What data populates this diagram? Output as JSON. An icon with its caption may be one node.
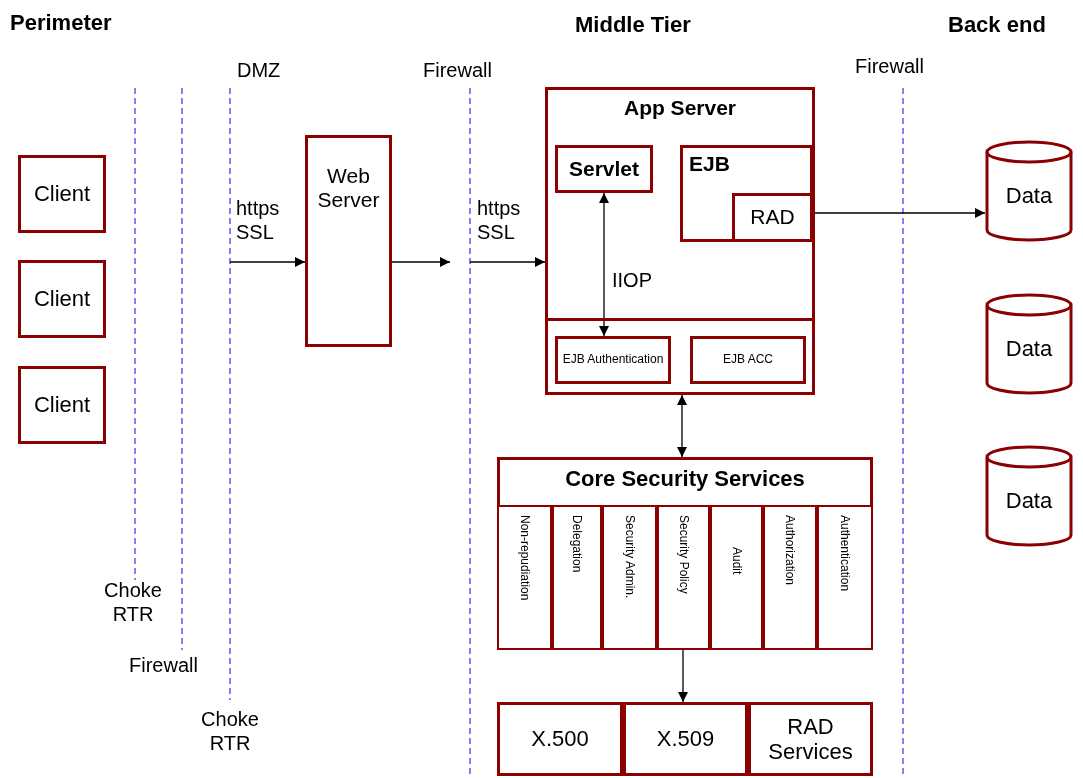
{
  "diagram": {
    "nodes": [
      {
        "text": [
          "Client"
        ]
      },
      {
        "text": [
          "Client"
        ]
      },
      {
        "text": [
          "Client"
        ]
      },
      {
        "text": [
          "Web Server"
        ]
      },
      {
        "text": [
          "App Server"
        ]
      },
      {
        "text": [
          "Servlet"
        ],
        "in": 4
      },
      {
        "text": [
          "EJB"
        ],
        "in": 4
      },
      {
        "text": [
          "RAD"
        ],
        "in": 6
      },
      {
        "text": [
          "EJB Authentication"
        ],
        "in": 4
      },
      {
        "text": [
          "EJB ACC"
        ],
        "in": 4
      },
      {
        "text": [
          "Core Security Services"
        ]
      },
      {
        "text": [
          "Non-repudiation"
        ],
        "in": 10
      },
      {
        "text": [
          "Delegation"
        ],
        "in": 10
      },
      {
        "text": [
          "Security Admin."
        ],
        "in": 10
      },
      {
        "text": [
          "Security Policy"
        ],
        "in": 10
      },
      {
        "text": [
          "Audit"
        ],
        "in": 10
      },
      {
        "text": [
          "Authorization"
        ],
        "in": 10
      },
      {
        "text": [
          "Authentication"
        ],
        "in": 10
      },
      {
        "text": [
          "X.500"
        ]
      },
      {
        "text": [
          "X.509"
        ]
      },
      {
        "text": [
          "RAD Services"
        ]
      },
      {
        "text": [
          "Data"
        ]
      },
      {
        "text": [
          "Data"
        ]
      },
      {
        "text": [
          "Data"
        ]
      }
    ],
    "edges": [
      {
        "from": null,
        "to": 3,
        "arrow": "to",
        "label": "https SSL"
      },
      {
        "from": 3,
        "to": null,
        "arrow": "to"
      },
      {
        "from": null,
        "to": 4,
        "arrow": "to",
        "label": "https SSL"
      },
      {
        "from": 5,
        "to": 8,
        "arrow": "both",
        "label": "IIOP"
      },
      {
        "from": 7,
        "to": 21,
        "arrow": "to"
      },
      {
        "from": 4,
        "to": 10,
        "arrow": "both"
      },
      {
        "from": 10,
        "to": 19,
        "arrow": "to"
      }
    ],
    "labels": [
      "Perimeter",
      "Middle Tier",
      "Back end",
      "DMZ",
      "Firewall",
      "Firewall",
      "Choke RTR",
      "Firewall",
      "Choke RTR"
    ]
  }
}
